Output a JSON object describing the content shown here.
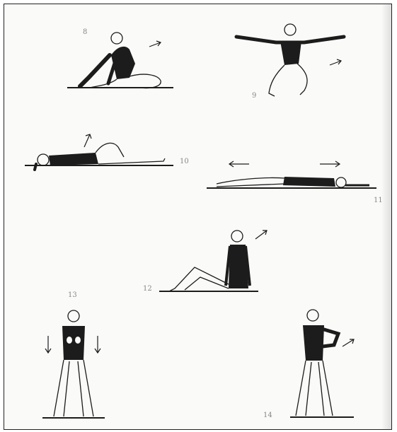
{
  "figures": [
    {
      "label": "8"
    },
    {
      "label": "9"
    },
    {
      "label": "10"
    },
    {
      "label": "11"
    },
    {
      "label": "12"
    },
    {
      "label": "13"
    },
    {
      "label": "14"
    }
  ],
  "colors": {
    "ink": "#1c1c1c",
    "paper": "#fafaf8",
    "label": "#888888"
  }
}
